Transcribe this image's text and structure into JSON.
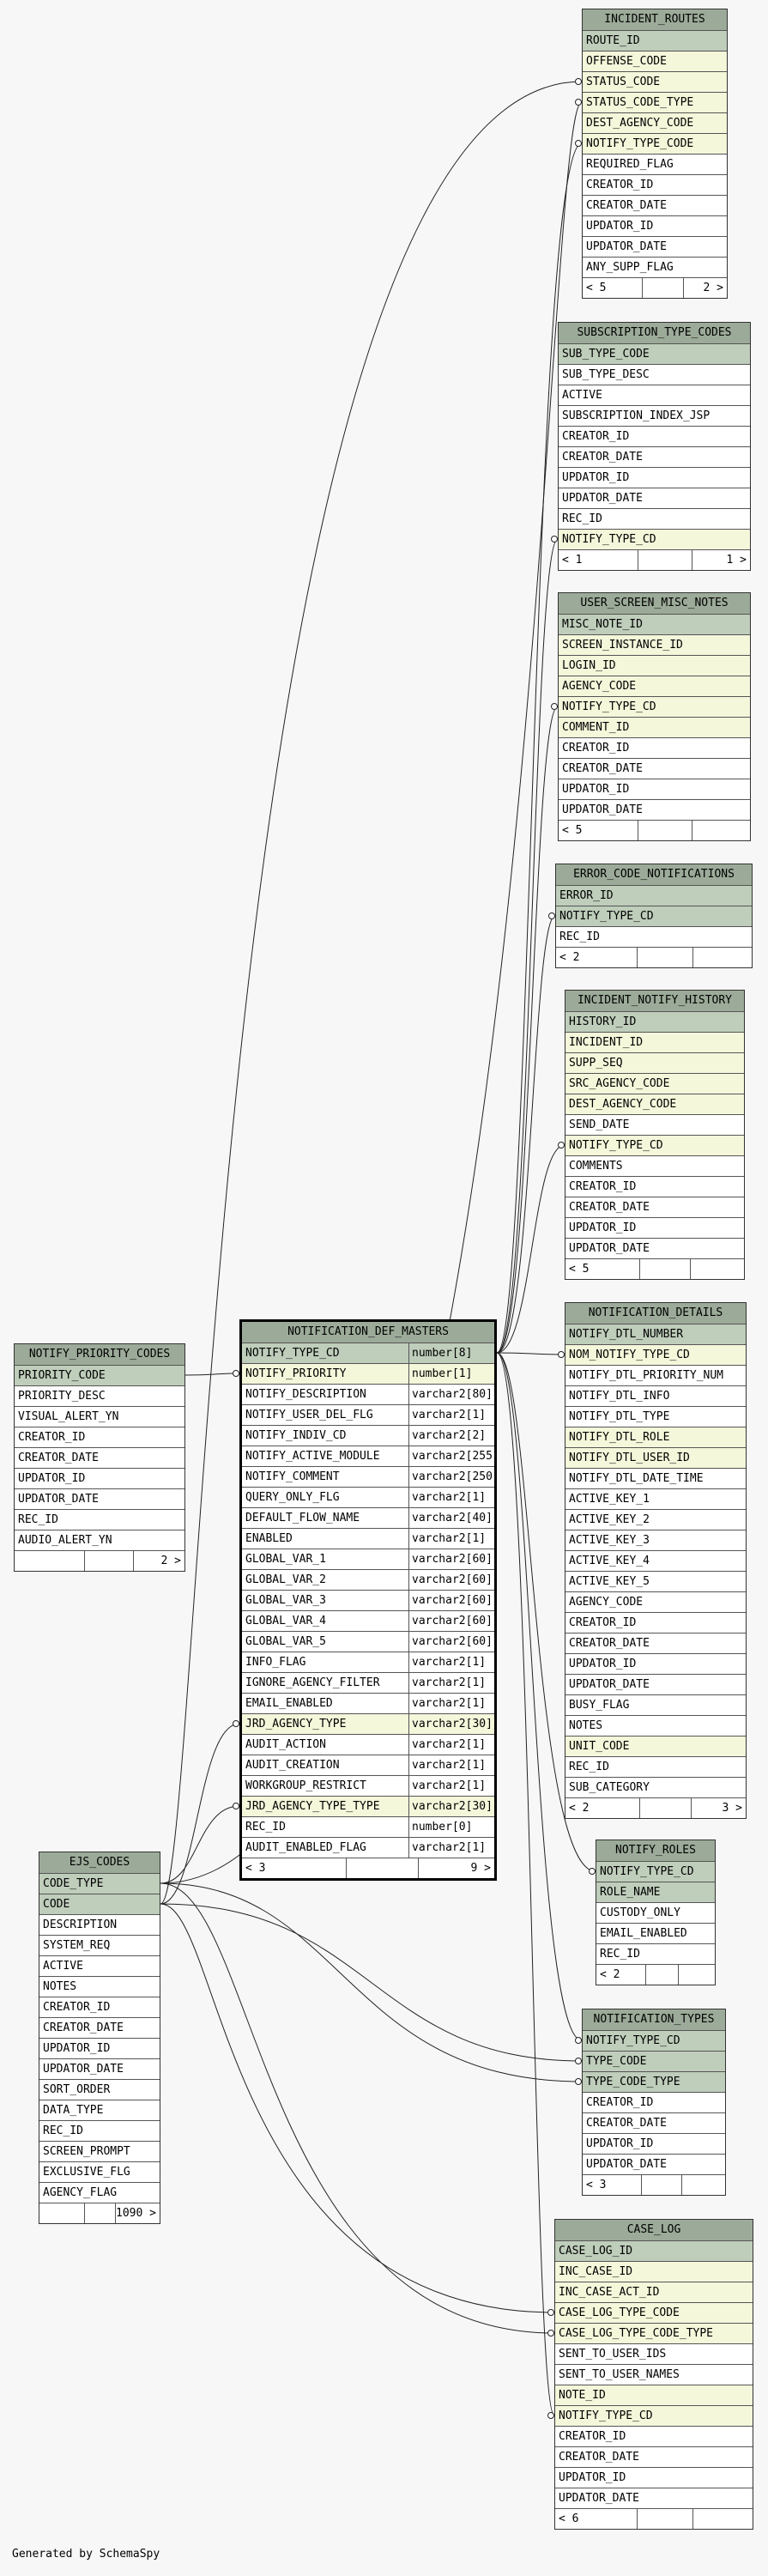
{
  "generator": "Generated by SchemaSpy",
  "tables": [
    {
      "id": "incident_routes",
      "title": "INCIDENT_ROUTES",
      "columns": [
        {
          "name": "ROUTE_ID",
          "kind": "pk"
        },
        {
          "name": "OFFENSE_CODE",
          "kind": "fk"
        },
        {
          "name": "STATUS_CODE",
          "kind": "fk"
        },
        {
          "name": "STATUS_CODE_TYPE",
          "kind": "fk"
        },
        {
          "name": "DEST_AGENCY_CODE",
          "kind": "fk"
        },
        {
          "name": "NOTIFY_TYPE_CODE",
          "kind": "fk"
        },
        {
          "name": "REQUIRED_FLAG"
        },
        {
          "name": "CREATOR_ID"
        },
        {
          "name": "CREATOR_DATE"
        },
        {
          "name": "UPDATOR_ID"
        },
        {
          "name": "UPDATOR_DATE"
        },
        {
          "name": "ANY_SUPP_FLAG"
        }
      ],
      "footer": [
        "< 5",
        "",
        "2 >"
      ]
    },
    {
      "id": "subscription_type_codes",
      "title": "SUBSCRIPTION_TYPE_CODES",
      "columns": [
        {
          "name": "SUB_TYPE_CODE",
          "kind": "pk"
        },
        {
          "name": "SUB_TYPE_DESC"
        },
        {
          "name": "ACTIVE"
        },
        {
          "name": "SUBSCRIPTION_INDEX_JSP"
        },
        {
          "name": "CREATOR_ID"
        },
        {
          "name": "CREATOR_DATE"
        },
        {
          "name": "UPDATOR_ID"
        },
        {
          "name": "UPDATOR_DATE"
        },
        {
          "name": "REC_ID"
        },
        {
          "name": "NOTIFY_TYPE_CD",
          "kind": "fk"
        }
      ],
      "footer": [
        "< 1",
        "",
        "1 >"
      ]
    },
    {
      "id": "user_screen_misc_notes",
      "title": "USER_SCREEN_MISC_NOTES",
      "columns": [
        {
          "name": "MISC_NOTE_ID",
          "kind": "pk"
        },
        {
          "name": "SCREEN_INSTANCE_ID",
          "kind": "fk"
        },
        {
          "name": "LOGIN_ID",
          "kind": "fk"
        },
        {
          "name": "AGENCY_CODE",
          "kind": "fk"
        },
        {
          "name": "NOTIFY_TYPE_CD",
          "kind": "fk"
        },
        {
          "name": "COMMENT_ID",
          "kind": "fk"
        },
        {
          "name": "CREATOR_ID"
        },
        {
          "name": "CREATOR_DATE"
        },
        {
          "name": "UPDATOR_ID"
        },
        {
          "name": "UPDATOR_DATE"
        }
      ],
      "footer": [
        "< 5",
        "",
        ""
      ]
    },
    {
      "id": "error_code_notifications",
      "title": "ERROR_CODE_NOTIFICATIONS",
      "columns": [
        {
          "name": "ERROR_ID",
          "kind": "pk"
        },
        {
          "name": "NOTIFY_TYPE_CD",
          "kind": "pk"
        },
        {
          "name": "REC_ID"
        }
      ],
      "footer": [
        "< 2",
        "",
        ""
      ]
    },
    {
      "id": "incident_notify_history",
      "title": "INCIDENT_NOTIFY_HISTORY",
      "columns": [
        {
          "name": "HISTORY_ID",
          "kind": "pk"
        },
        {
          "name": "INCIDENT_ID",
          "kind": "fk"
        },
        {
          "name": "SUPP_SEQ",
          "kind": "fk"
        },
        {
          "name": "SRC_AGENCY_CODE",
          "kind": "fk"
        },
        {
          "name": "DEST_AGENCY_CODE",
          "kind": "fk"
        },
        {
          "name": "SEND_DATE"
        },
        {
          "name": "NOTIFY_TYPE_CD",
          "kind": "fk"
        },
        {
          "name": "COMMENTS"
        },
        {
          "name": "CREATOR_ID"
        },
        {
          "name": "CREATOR_DATE"
        },
        {
          "name": "UPDATOR_ID"
        },
        {
          "name": "UPDATOR_DATE"
        }
      ],
      "footer": [
        "< 5",
        "",
        ""
      ]
    },
    {
      "id": "notification_details",
      "title": "NOTIFICATION_DETAILS",
      "columns": [
        {
          "name": "NOTIFY_DTL_NUMBER",
          "kind": "pk"
        },
        {
          "name": "NOM_NOTIFY_TYPE_CD",
          "kind": "fk"
        },
        {
          "name": "NOTIFY_DTL_PRIORITY_NUM"
        },
        {
          "name": "NOTIFY_DTL_INFO"
        },
        {
          "name": "NOTIFY_DTL_TYPE"
        },
        {
          "name": "NOTIFY_DTL_ROLE",
          "kind": "fk"
        },
        {
          "name": "NOTIFY_DTL_USER_ID",
          "kind": "fk"
        },
        {
          "name": "NOTIFY_DTL_DATE_TIME"
        },
        {
          "name": "ACTIVE_KEY_1"
        },
        {
          "name": "ACTIVE_KEY_2"
        },
        {
          "name": "ACTIVE_KEY_3"
        },
        {
          "name": "ACTIVE_KEY_4"
        },
        {
          "name": "ACTIVE_KEY_5"
        },
        {
          "name": "AGENCY_CODE"
        },
        {
          "name": "CREATOR_ID"
        },
        {
          "name": "CREATOR_DATE"
        },
        {
          "name": "UPDATOR_ID"
        },
        {
          "name": "UPDATOR_DATE"
        },
        {
          "name": "BUSY_FLAG"
        },
        {
          "name": "NOTES"
        },
        {
          "name": "UNIT_CODE",
          "kind": "fk"
        },
        {
          "name": "REC_ID"
        },
        {
          "name": "SUB_CATEGORY"
        }
      ],
      "footer": [
        "< 2",
        "",
        "3 >"
      ]
    },
    {
      "id": "notify_roles",
      "title": "NOTIFY_ROLES",
      "columns": [
        {
          "name": "NOTIFY_TYPE_CD",
          "kind": "pk"
        },
        {
          "name": "ROLE_NAME",
          "kind": "pk"
        },
        {
          "name": "CUSTODY_ONLY"
        },
        {
          "name": "EMAIL_ENABLED"
        },
        {
          "name": "REC_ID"
        }
      ],
      "footer": [
        "< 2",
        "",
        ""
      ]
    },
    {
      "id": "notification_types",
      "title": "NOTIFICATION_TYPES",
      "columns": [
        {
          "name": "NOTIFY_TYPE_CD",
          "kind": "pk"
        },
        {
          "name": "TYPE_CODE",
          "kind": "pk"
        },
        {
          "name": "TYPE_CODE_TYPE",
          "kind": "pk"
        },
        {
          "name": "CREATOR_ID"
        },
        {
          "name": "CREATOR_DATE"
        },
        {
          "name": "UPDATOR_ID"
        },
        {
          "name": "UPDATOR_DATE"
        }
      ],
      "footer": [
        "< 3",
        "",
        ""
      ]
    },
    {
      "id": "case_log",
      "title": "CASE_LOG",
      "columns": [
        {
          "name": "CASE_LOG_ID",
          "kind": "pk"
        },
        {
          "name": "INC_CASE_ID",
          "kind": "fk"
        },
        {
          "name": "INC_CASE_ACT_ID",
          "kind": "fk"
        },
        {
          "name": "CASE_LOG_TYPE_CODE",
          "kind": "fk"
        },
        {
          "name": "CASE_LOG_TYPE_CODE_TYPE",
          "kind": "fk"
        },
        {
          "name": "SENT_TO_USER_IDS"
        },
        {
          "name": "SENT_TO_USER_NAMES"
        },
        {
          "name": "NOTE_ID",
          "kind": "fk"
        },
        {
          "name": "NOTIFY_TYPE_CD",
          "kind": "fk"
        },
        {
          "name": "CREATOR_ID"
        },
        {
          "name": "CREATOR_DATE"
        },
        {
          "name": "UPDATOR_ID"
        },
        {
          "name": "UPDATOR_DATE"
        }
      ],
      "footer": [
        "< 6",
        "",
        ""
      ]
    },
    {
      "id": "notify_priority_codes",
      "title": "NOTIFY_PRIORITY_CODES",
      "columns": [
        {
          "name": "PRIORITY_CODE",
          "kind": "pk"
        },
        {
          "name": "PRIORITY_DESC"
        },
        {
          "name": "VISUAL_ALERT_YN"
        },
        {
          "name": "CREATOR_ID"
        },
        {
          "name": "CREATOR_DATE"
        },
        {
          "name": "UPDATOR_ID"
        },
        {
          "name": "UPDATOR_DATE"
        },
        {
          "name": "REC_ID"
        },
        {
          "name": "AUDIO_ALERT_YN"
        }
      ],
      "footer": [
        "",
        "",
        "2 >"
      ]
    },
    {
      "id": "notification_def_masters",
      "title": "NOTIFICATION_DEF_MASTERS",
      "main": true,
      "columns": [
        {
          "name": "NOTIFY_TYPE_CD",
          "type": "number[8]",
          "kind": "pk"
        },
        {
          "name": "NOTIFY_PRIORITY",
          "type": "number[1]",
          "kind": "fk"
        },
        {
          "name": "NOTIFY_DESCRIPTION",
          "type": "varchar2[80]"
        },
        {
          "name": "NOTIFY_USER_DEL_FLG",
          "type": "varchar2[1]"
        },
        {
          "name": "NOTIFY_INDIV_CD",
          "type": "varchar2[2]"
        },
        {
          "name": "NOTIFY_ACTIVE_MODULE",
          "type": "varchar2[255]"
        },
        {
          "name": "NOTIFY_COMMENT",
          "type": "varchar2[250]"
        },
        {
          "name": "QUERY_ONLY_FLG",
          "type": "varchar2[1]"
        },
        {
          "name": "DEFAULT_FLOW_NAME",
          "type": "varchar2[40]"
        },
        {
          "name": "ENABLED",
          "type": "varchar2[1]"
        },
        {
          "name": "GLOBAL_VAR_1",
          "type": "varchar2[60]"
        },
        {
          "name": "GLOBAL_VAR_2",
          "type": "varchar2[60]"
        },
        {
          "name": "GLOBAL_VAR_3",
          "type": "varchar2[60]"
        },
        {
          "name": "GLOBAL_VAR_4",
          "type": "varchar2[60]"
        },
        {
          "name": "GLOBAL_VAR_5",
          "type": "varchar2[60]"
        },
        {
          "name": "INFO_FLAG",
          "type": "varchar2[1]"
        },
        {
          "name": "IGNORE_AGENCY_FILTER",
          "type": "varchar2[1]"
        },
        {
          "name": "EMAIL_ENABLED",
          "type": "varchar2[1]"
        },
        {
          "name": "JRD_AGENCY_TYPE",
          "type": "varchar2[30]",
          "kind": "fk"
        },
        {
          "name": "AUDIT_ACTION",
          "type": "varchar2[1]"
        },
        {
          "name": "AUDIT_CREATION",
          "type": "varchar2[1]"
        },
        {
          "name": "WORKGROUP_RESTRICT",
          "type": "varchar2[1]"
        },
        {
          "name": "JRD_AGENCY_TYPE_TYPE",
          "type": "varchar2[30]",
          "kind": "fk"
        },
        {
          "name": "REC_ID",
          "type": "number[0]"
        },
        {
          "name": "AUDIT_ENABLED_FLAG",
          "type": "varchar2[1]"
        }
      ],
      "footer": [
        "< 3",
        "",
        "9 >"
      ]
    },
    {
      "id": "ejs_codes",
      "title": "EJS_CODES",
      "columns": [
        {
          "name": "CODE_TYPE",
          "kind": "pk"
        },
        {
          "name": "CODE",
          "kind": "pk"
        },
        {
          "name": "DESCRIPTION"
        },
        {
          "name": "SYSTEM_REQ"
        },
        {
          "name": "ACTIVE"
        },
        {
          "name": "NOTES"
        },
        {
          "name": "CREATOR_ID"
        },
        {
          "name": "CREATOR_DATE"
        },
        {
          "name": "UPDATOR_ID"
        },
        {
          "name": "UPDATOR_DATE"
        },
        {
          "name": "SORT_ORDER"
        },
        {
          "name": "DATA_TYPE"
        },
        {
          "name": "REC_ID"
        },
        {
          "name": "SCREEN_PROMPT"
        },
        {
          "name": "EXCLUSIVE_FLG"
        },
        {
          "name": "AGENCY_FLAG"
        }
      ],
      "footer": [
        "",
        "",
        "1090 >"
      ]
    }
  ]
}
